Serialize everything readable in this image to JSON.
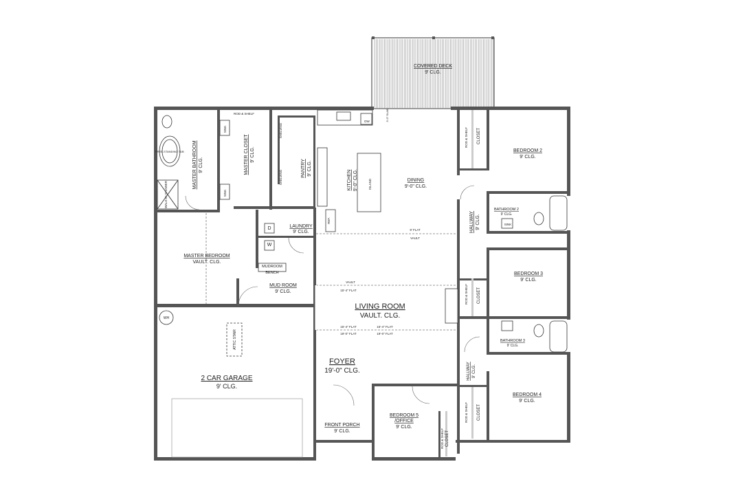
{
  "rooms": {
    "covered_deck": {
      "name": "COVERED DECK",
      "clg": "9' CLG."
    },
    "master_bathroom": {
      "name": "MASTER BATHROOM",
      "clg": "9' CLG."
    },
    "master_closet": {
      "name": "MASTER CLOSET",
      "clg": "9' CLG."
    },
    "pantry": {
      "name": "PANTRY",
      "clg": "9' CLG."
    },
    "kitchen": {
      "name": "KITCHEN",
      "clg": "9'-0\" CLG."
    },
    "dining": {
      "name": "DINING",
      "clg": "9'-0\" CLG."
    },
    "bedroom2": {
      "name": "BEDROOM 2",
      "clg": "9' CLG."
    },
    "bathroom2": {
      "name": "BATHROOM 2",
      "clg": "9' CLG."
    },
    "hallway_upper": {
      "name": "HALLWAY",
      "clg": "9' CLG."
    },
    "laundry": {
      "name": "LAUNDRY",
      "clg": "9' CLG."
    },
    "master_bedroom": {
      "name": "MASTER BEDROOM",
      "clg": "VAULT. CLG."
    },
    "mudroom_bench": {
      "name": "MUDROOM",
      "bench": "BENCH"
    },
    "mud_room": {
      "name": "MUD ROOM",
      "clg": "9' CLG."
    },
    "bedroom3": {
      "name": "BEDROOM 3",
      "clg": "9' CLG."
    },
    "living_room": {
      "name": "LIVING ROOM",
      "clg": "VAULT. CLG."
    },
    "bathroom3": {
      "name": "BATHROOM 3",
      "clg": "9' CLG."
    },
    "hallway_lower": {
      "name": "HALLWAY",
      "clg": "9' CLG."
    },
    "garage": {
      "name": "2 CAR GARAGE",
      "clg": "9' CLG."
    },
    "foyer": {
      "name": "FOYER",
      "clg": "19'-0\" CLG."
    },
    "bedroom4": {
      "name": "BEDROOM 4",
      "clg": "9' CLG."
    },
    "bedroom5": {
      "name": "BEDROOM 5",
      "line2": "/OFFICE",
      "clg": "9' CLG."
    },
    "front_porch": {
      "name": "FRONT PORCH",
      "clg": "9' CLG."
    }
  },
  "fixtures": {
    "rod_shelf": "ROD & SHELF",
    "closet": "CLOSET",
    "sink": "SINK",
    "shelving": "SHELVING",
    "island": "ISLAND",
    "dw": "DW",
    "ref": "REF.",
    "wh": "WH",
    "attic_stair": "ATTIC STAIR",
    "w": "W",
    "d": "D",
    "walk_in_shower": "WALK-IN SHOWER",
    "freestanding_tub": "FREE-STANDING TUB",
    "window_note": "3'-0\" SLAB"
  },
  "ceiling_marks": {
    "flat_9": "9' FLAT",
    "vault": "VAULT",
    "flat_15_4": "15'-4\" FLAT",
    "flat_19_0": "19'-0\" FLAT"
  }
}
